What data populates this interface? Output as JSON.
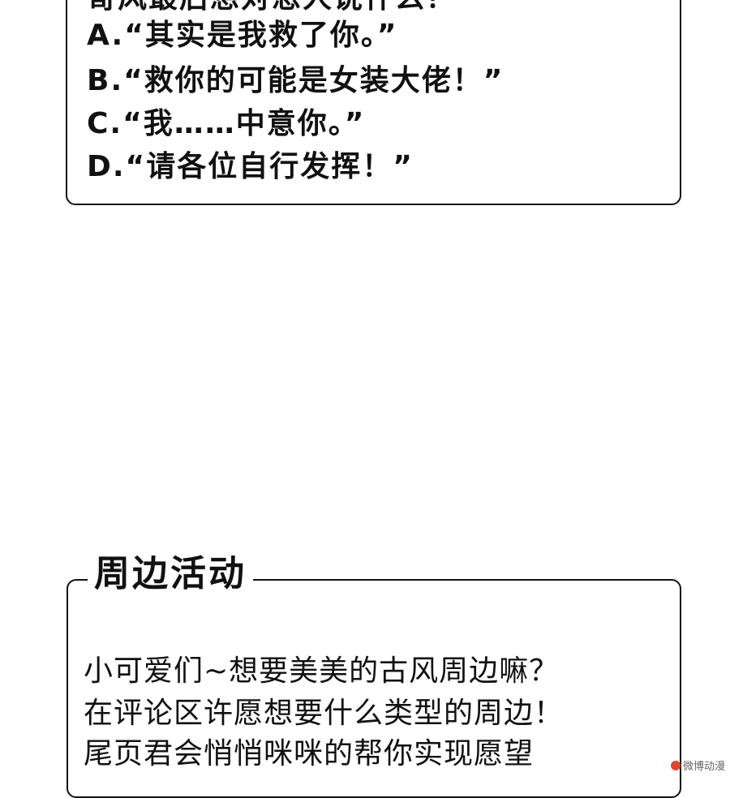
{
  "quiz": {
    "question": "哥风最后想对恩人说什么？",
    "options": [
      "A.“其实是我救了你。”",
      "B.“救你的可能是女装大佬！”",
      "C.“我……中意你。”",
      "D.“请各位自行发挥！”"
    ]
  },
  "event": {
    "title": "周边活动",
    "lines": [
      "小可爱们~想要美美的古风周边嘛？",
      "在评论区许愿想要什么类型的周边！",
      "尾页君会悄悄咪咪的帮你实现愿望"
    ]
  },
  "watermark": {
    "text": "微博动漫",
    "icon": "weibo-icon"
  }
}
